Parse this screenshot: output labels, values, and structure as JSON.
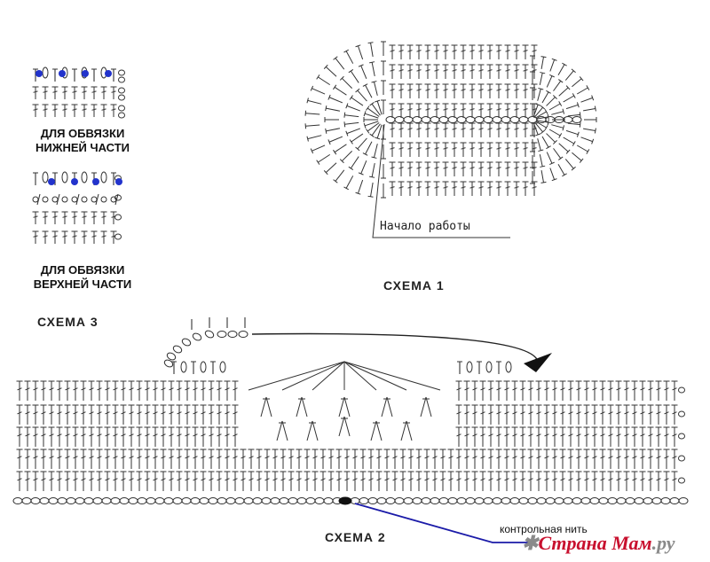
{
  "legend": {
    "bottom_label_1": "ДЛЯ ОБВЯЗКИ",
    "bottom_label_2": "НИЖНЕЙ ЧАСТИ",
    "top_label_1": "ДЛЯ ОБВЯЗКИ",
    "top_label_2": "ВЕРХНЕЙ ЧАСТИ"
  },
  "scheme1": {
    "title": "СХЕМА 1",
    "start_label": "Начало работы"
  },
  "scheme2": {
    "title": "СХЕМА 2",
    "control_label": "контрольная нить"
  },
  "scheme3": {
    "title": "СХЕМА 3"
  },
  "watermark": {
    "text": "Страна Мам",
    "suffix": ".ру"
  },
  "colors": {
    "ink": "#333333",
    "bead": "#2233cc",
    "control_line": "#1a1aa8",
    "watermark_red": "#c8102e",
    "watermark_gray": "#8a8a8a"
  }
}
